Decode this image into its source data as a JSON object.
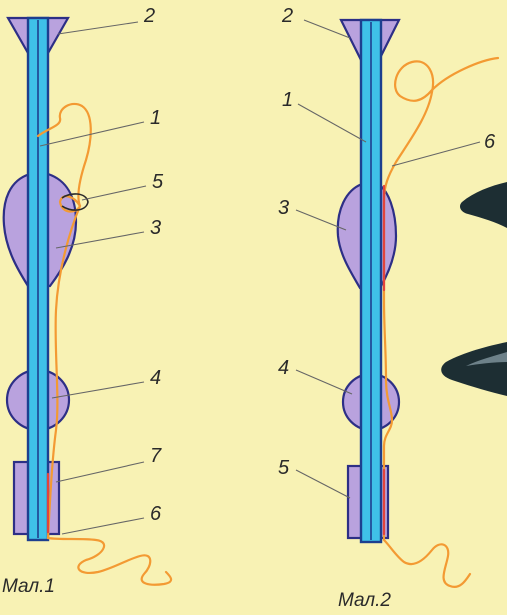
{
  "figure1": {
    "caption": "Мал.1",
    "labels": {
      "l1": "1",
      "l2": "2",
      "l3": "3",
      "l4": "4",
      "l5": "5",
      "l6": "6",
      "l7": "7"
    }
  },
  "figure2": {
    "caption": "Мал.2",
    "labels": {
      "l1": "1",
      "l2": "2",
      "l3": "3",
      "l4": "4",
      "l5": "5",
      "l6": "6"
    }
  },
  "colors": {
    "background": "#f8f2b4",
    "rod": "#3fc1e8",
    "shape": "#b9a2de",
    "outline": "#2d2f86",
    "thread": "#f39a33"
  }
}
